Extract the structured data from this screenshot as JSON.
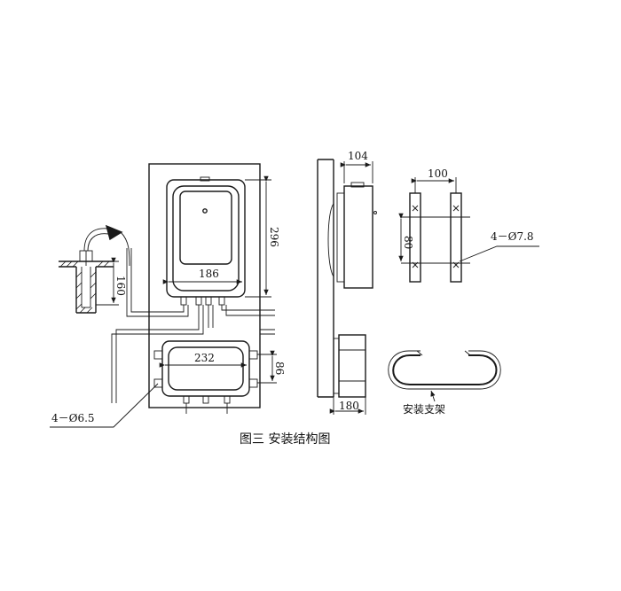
{
  "caption": "图三  安装结构图",
  "dimensions": {
    "upper_box_width": "186",
    "upper_box_height": "296",
    "pipe_depth": "160",
    "lower_box_width": "232",
    "lower_box_height": "86",
    "mount_holes_left": "4－Ø6.5",
    "side_depth": "104",
    "side_base": "180",
    "bracket_width": "100",
    "bracket_height": "80",
    "bracket_holes": "4－Ø7.8"
  },
  "labels": {
    "bracket": "安装支架"
  }
}
